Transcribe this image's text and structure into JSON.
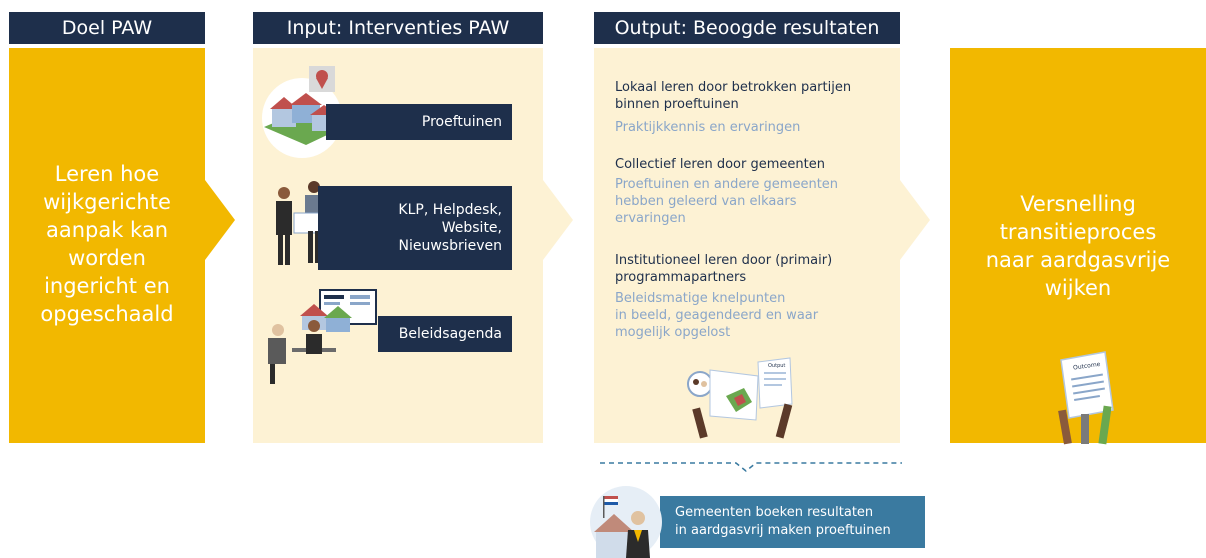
{
  "columns": {
    "goal": {
      "header": "Doel PAW",
      "text_lines": [
        "Leren hoe",
        "wijkgerichte",
        "aanpak kan",
        "worden",
        "ingericht en",
        "opgeschaald"
      ]
    },
    "input": {
      "header": "Input: Interventies PAW",
      "items": [
        {
          "label_lines": [
            "Proeftuinen"
          ]
        },
        {
          "label_lines": [
            "KLP, Helpdesk,",
            "Website,",
            "Nieuwsbrieven"
          ]
        },
        {
          "label_lines": [
            "Beleidsagenda"
          ]
        }
      ]
    },
    "output": {
      "header": "Output: Beoogde resultaten",
      "results": [
        {
          "title_lines": [
            "Lokaal leren door betrokken partijen",
            "binnen proeftuinen"
          ],
          "sub_lines": [
            "Praktijkkennis en ervaringen"
          ]
        },
        {
          "title_lines": [
            "Collectief leren door gemeenten"
          ],
          "sub_lines": [
            "Proeftuinen en andere gemeenten",
            "hebben geleerd van elkaars",
            "ervaringen"
          ]
        },
        {
          "title_lines": [
            "Institutioneel leren door (primair)",
            "programmapartners"
          ],
          "sub_lines": [
            "Beleidsmatige knelpunten",
            "in beeld, geagendeerd en waar",
            "mogelijk opgelost"
          ]
        }
      ],
      "doc_text": "Output"
    },
    "outcome": {
      "text_lines": [
        "Versnelling",
        "transitieproces",
        "naar aardgasvrije",
        "wijken"
      ],
      "doc_text": "Outcome"
    }
  },
  "callout": {
    "lines": [
      "Gemeenten boeken resultaten",
      "in aardgasvrij maken proeftuinen"
    ]
  },
  "colors": {
    "navy": "#1e2f4b",
    "yellow": "#f2b800",
    "cream": "#fdf2d4",
    "light_blue": "#8aa6c9",
    "teal": "#3a7aa0"
  }
}
